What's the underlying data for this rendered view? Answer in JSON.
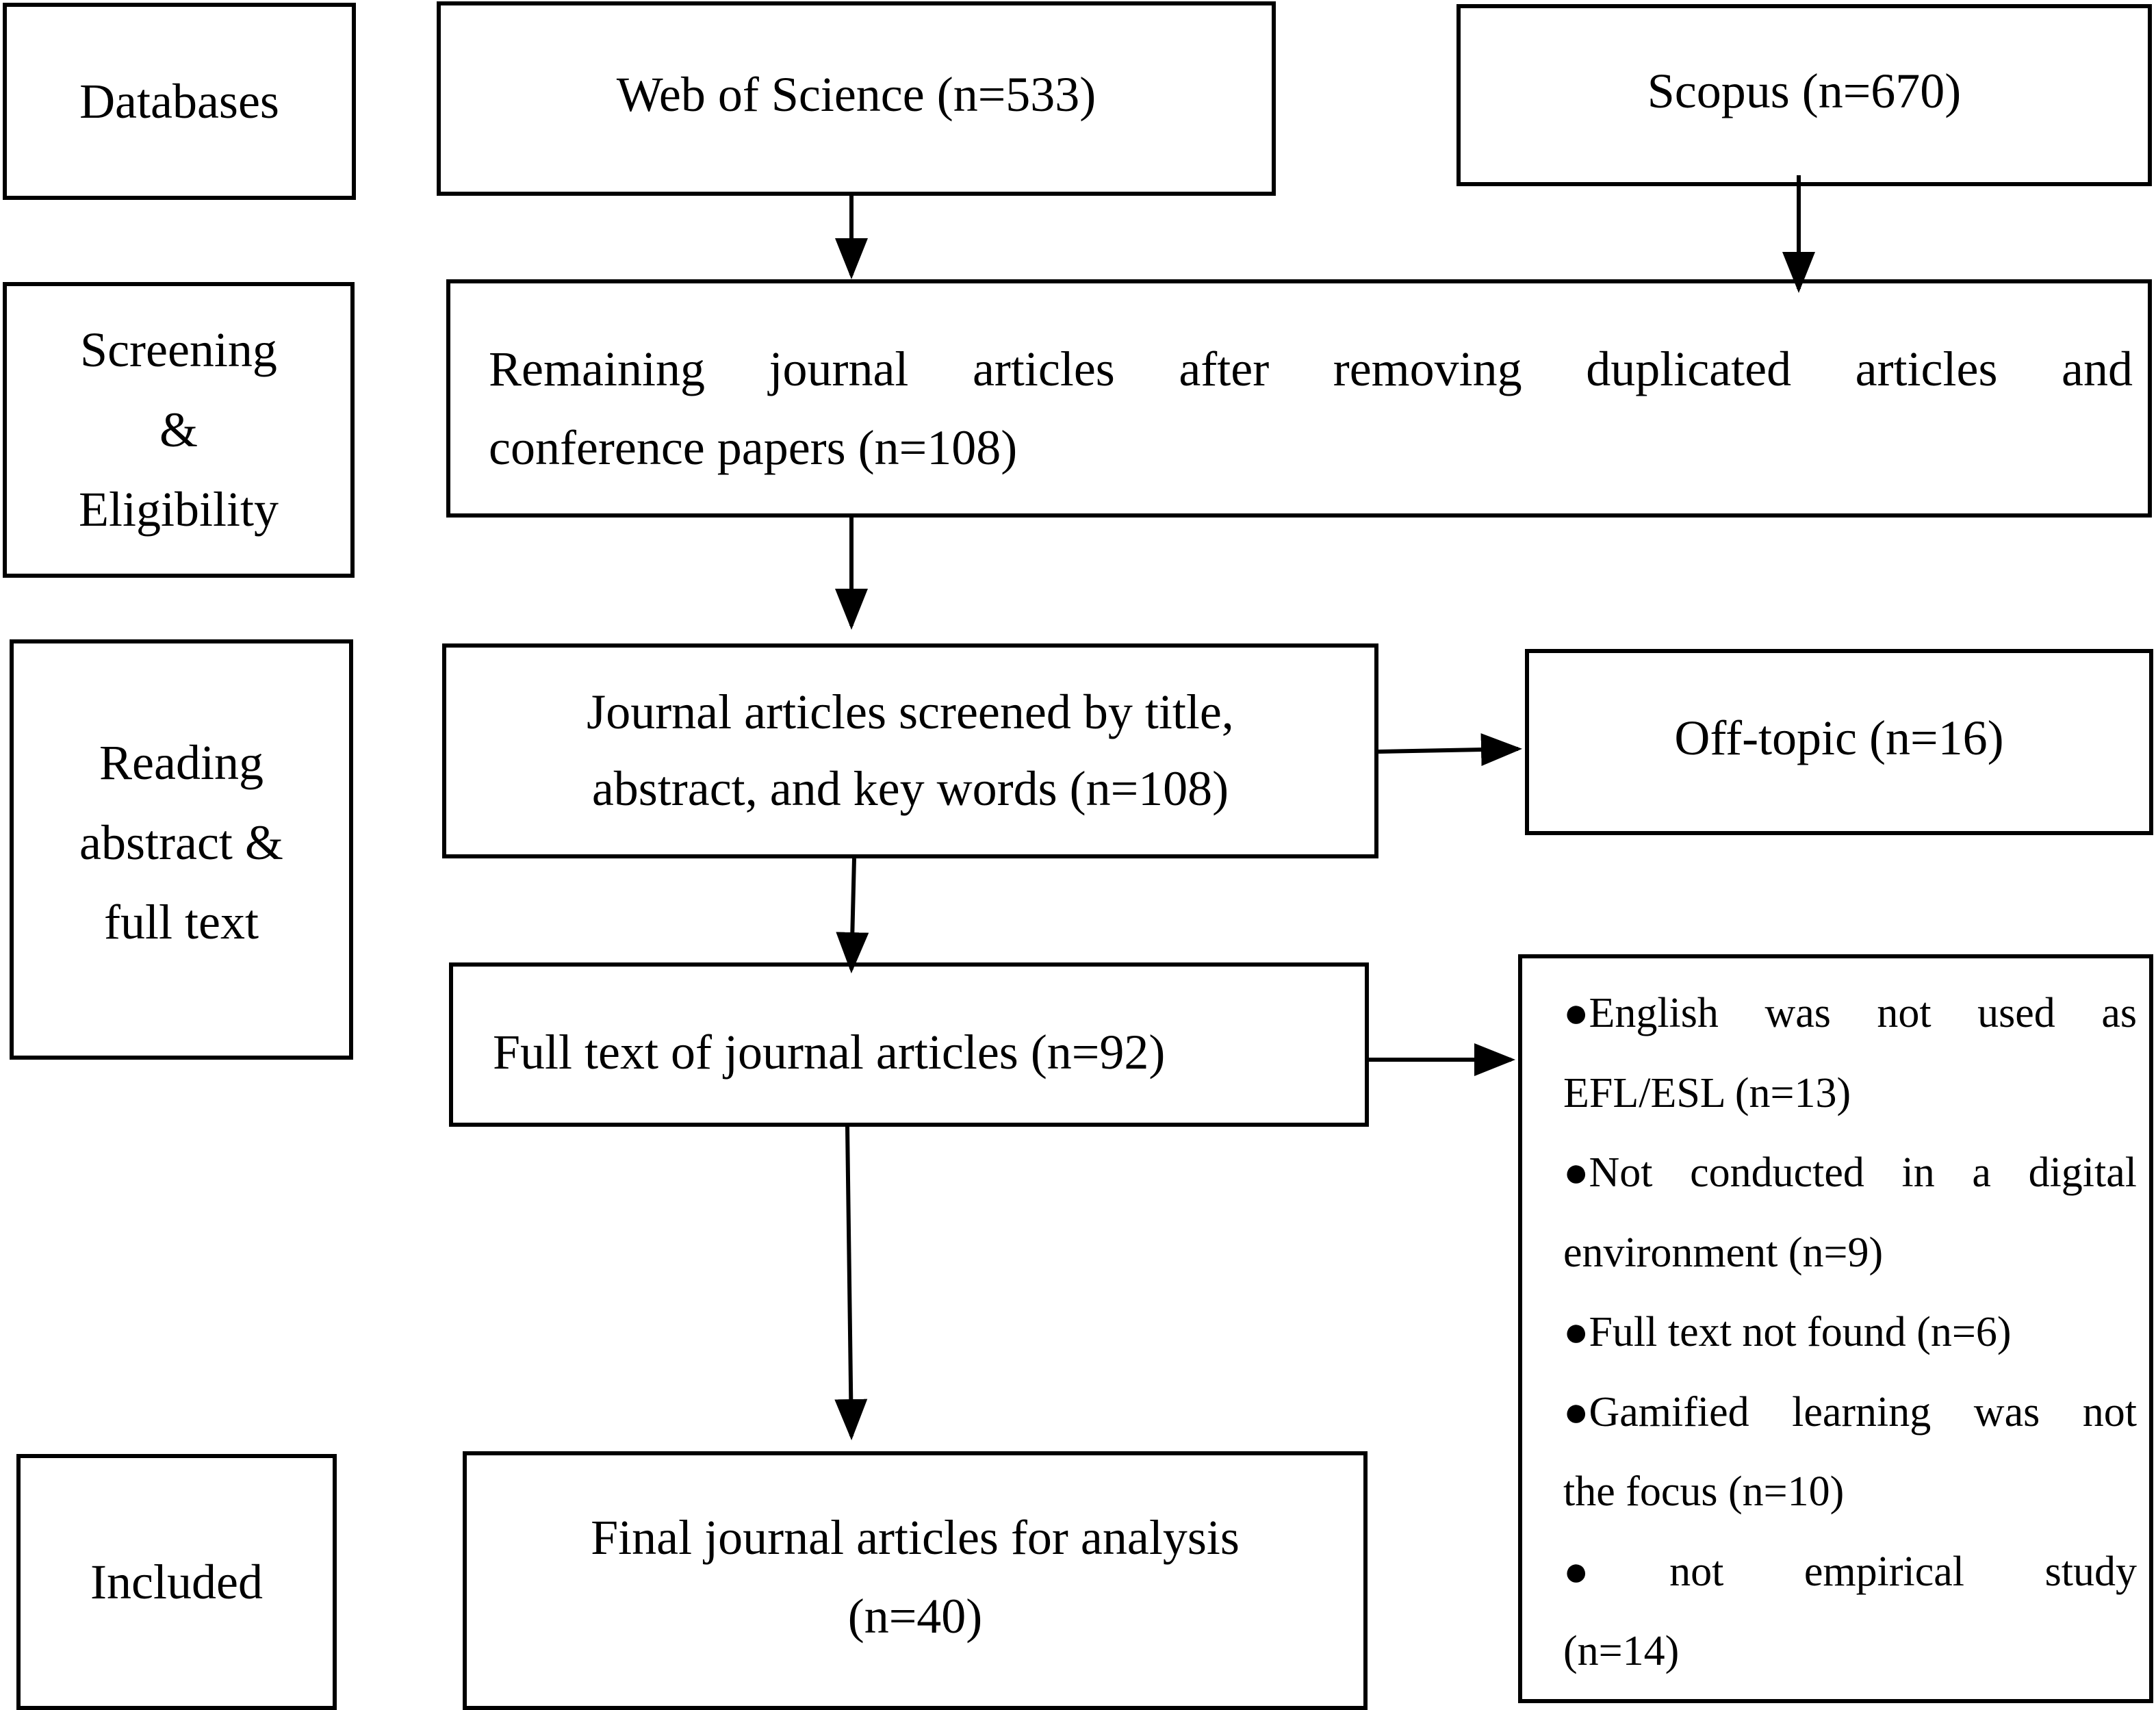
{
  "stages": {
    "databases": "Databases",
    "screening": [
      "Screening",
      "&",
      "Eligibility"
    ],
    "reading": [
      "Reading",
      "abstract &",
      "full text"
    ],
    "included": "Included"
  },
  "boxes": {
    "wos": "Web of Science (n=533)",
    "scopus": "Scopus (n=670)",
    "remaining_line1": [
      "Remaining",
      "journal",
      "articles",
      "after",
      "removing",
      "duplicated",
      "articles",
      "and"
    ],
    "remaining_line2": "conference papers (n=108)",
    "screened": [
      "Journal articles screened by title,",
      "abstract, and key words (n=108)"
    ],
    "offtopic": "Off-topic (n=16)",
    "fulltext": "Full text of journal articles (n=92)",
    "final": [
      "Final journal articles for analysis",
      "(n=40)"
    ]
  },
  "exclusions": {
    "lines": [
      [
        "●English",
        "was",
        "not",
        "used",
        "as"
      ],
      "EFL/ESL (n=13)",
      [
        "●Not",
        "conducted",
        "in",
        "a",
        "digital"
      ],
      "environment (n=9)",
      "●Full text not found (n=6)",
      [
        "●Gamified",
        "learning",
        "was",
        "not"
      ],
      "the focus (n=10)",
      [
        "●",
        "not",
        "empirical",
        "study"
      ],
      "(n=14)"
    ]
  }
}
